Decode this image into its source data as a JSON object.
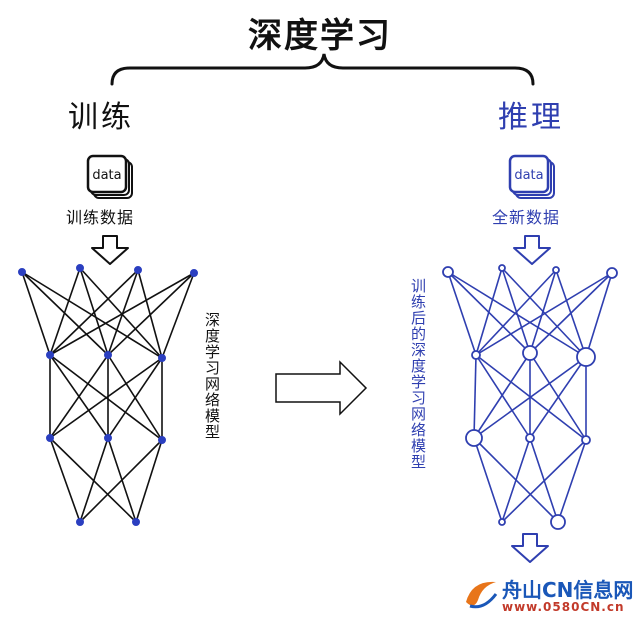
{
  "title": "深度学习",
  "training": {
    "heading": "训练",
    "data_icon_text": "data",
    "data_label": "训练数据",
    "model_label": "深度学习网络模型"
  },
  "inference": {
    "heading": "推理",
    "data_icon_text": "data",
    "data_label": "全新数据",
    "model_label": "训练后的深度学习网络模型"
  },
  "colors": {
    "training": "#111111",
    "inference": "#2f3fb0",
    "node_fill_training": "#2b3fc0"
  },
  "watermark": {
    "text": "舟山CN信息网",
    "url": "www.0580CN.cn"
  }
}
